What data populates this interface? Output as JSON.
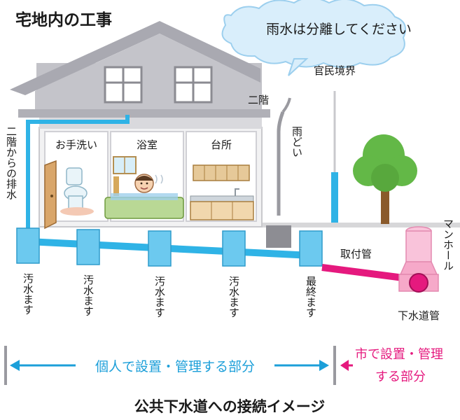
{
  "title": "宅地内の工事",
  "cloud": "雨水は分離してください",
  "boundary_label": "官民境界",
  "second_floor_label": "二階",
  "drain_from_second_floor": "二階からの排水",
  "downspout_label": "雨どい",
  "rooms": [
    {
      "label": "お手洗い"
    },
    {
      "label": "浴室"
    },
    {
      "label": "台所"
    }
  ],
  "inspection_boxes": [
    {
      "label": "汚水ます"
    },
    {
      "label": "汚水ます"
    },
    {
      "label": "汚水ます"
    },
    {
      "label": "汚水ます"
    },
    {
      "label": "最終ます"
    }
  ],
  "connection_pipe_label": "取付管",
  "manhole_label": "マンホール",
  "sewer_pipe_label": "下水道管",
  "private_section": "個人で設置・管理する部分",
  "public_section_line1": "市で設置・管理",
  "public_section_line2": "する部分",
  "caption": "公共下水道への接続イメージ",
  "colors": {
    "private_pipe": "#2fb3e6",
    "public_pipe": "#e5197e",
    "roof": "#b9b9bf",
    "wall": "#f2f2f3",
    "manhole": "#f6a9c9",
    "tree": "#63b847",
    "box_fill": "#6cc9ef",
    "text_blue": "#1c9fd9",
    "text_pink": "#e5197e"
  }
}
